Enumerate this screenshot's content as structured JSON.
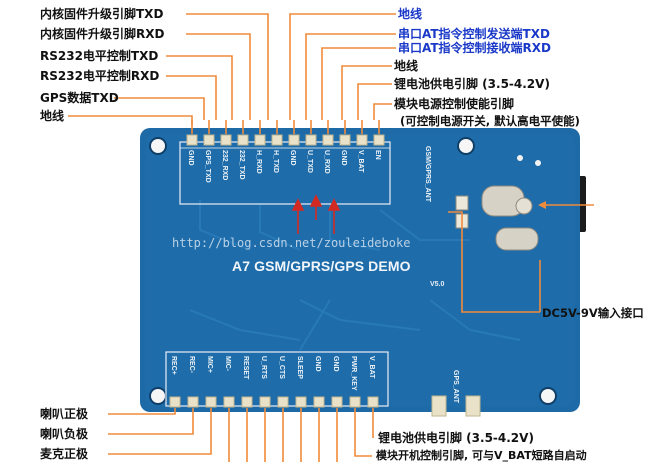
{
  "board": {
    "title": "A7 GSM/GPRS/GPS DEMO",
    "version": "V5.0",
    "watermark": "http://blog.csdn.net/zouleideboke",
    "antenna_label": "GSM/GPRS_ANT",
    "gps_antenna_label": "GPS_ANT",
    "top_header_pins": [
      "GND",
      "GPS_TXD",
      "232_RXD",
      "232_TXD",
      "H_RXD",
      "H_TXD",
      "GND",
      "U_TXD",
      "U_RXD",
      "GND",
      "V_BAT",
      "EN"
    ],
    "bottom_header_pins": [
      "REC+",
      "REC-",
      "MIC+",
      "MIC-",
      "RESET",
      "U_RTS",
      "U_CTS",
      "SLEEP",
      "GND",
      "GND",
      "PWR_KEY",
      "V_BAT"
    ]
  },
  "labels_left": [
    "内核固件升级引脚TXD",
    "内核固件升级引脚RXD",
    "RS232电平控制TXD",
    "RS232电平控制RXD",
    "GPS数据TXD",
    "地线"
  ],
  "labels_right": [
    "地线",
    "串口AT指令控制发送端TXD",
    "串口AT指令控制接收端RXD",
    "地线",
    "锂电池供电引脚 (3.5-4.2V)",
    "模块电源控制使能引脚",
    "(可控制电源开关, 默认高电平使能)"
  ],
  "label_dc_input": "DC5V-9V输入接口",
  "labels_bottom_left": [
    "喇叭正极",
    "喇叭负极",
    "麦克正极"
  ],
  "labels_bottom_right": [
    "锂电池供电引脚 (3.5-4.2V)",
    "模块开机控制引脚, 可与V_BAT短路自启动"
  ],
  "colors": {
    "board": "#1d6aa6",
    "board_dark": "#16588d",
    "leader_line": "#f08b3a",
    "label_blue": "#1a39c8",
    "silkscreen": "#eef3f8",
    "arrow_red": "#d22a22"
  }
}
